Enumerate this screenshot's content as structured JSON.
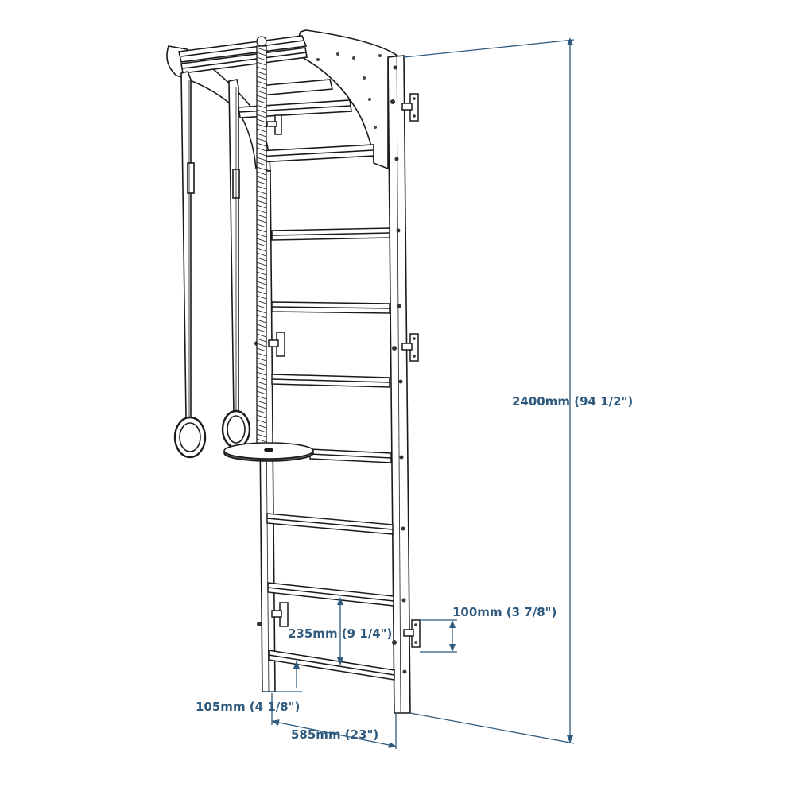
{
  "colors": {
    "line": "#1a1a1a",
    "dimension": "#2f5a7e",
    "fill": "#ffffff",
    "shade": "#555555"
  },
  "dimensions": {
    "height": "2400mm (94 1/2\")",
    "bracket_height": "100mm (3 7/8\")",
    "rung_spacing": "235mm (9 1/4\")",
    "bottom_clearance": "105mm (4 1/8\")",
    "width": "585mm (23\")"
  },
  "components": [
    "ladder-frame-icon",
    "pull-up-bar-icon",
    "gymnastic-rings-icon",
    "climbing-rope-icon",
    "rope-swing-disc-icon",
    "wall-bracket-icon"
  ]
}
